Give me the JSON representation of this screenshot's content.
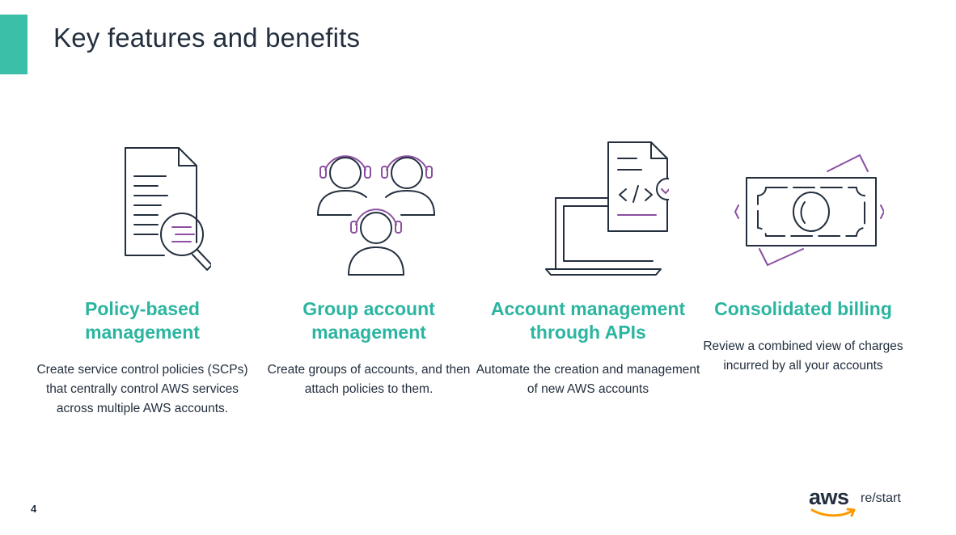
{
  "slide": {
    "title": "Key features and benefits",
    "page_number": "4"
  },
  "features": [
    {
      "heading": "Policy-based management",
      "description": "Create service control policies (SCPs) that centrally control AWS services across multiple AWS accounts.",
      "icon": "document-magnifier-icon"
    },
    {
      "heading": "Group account management",
      "description": "Create groups of accounts, and then attach policies to them.",
      "icon": "user-group-headset-icon"
    },
    {
      "heading": "Account management through APIs",
      "description": "Automate the creation and management of new AWS accounts",
      "icon": "laptop-code-document-icon"
    },
    {
      "heading": "Consolidated billing",
      "description": "Review a combined view of charges incurred by all your accounts",
      "icon": "banknote-icon"
    }
  ],
  "logo": {
    "word": "aws",
    "tagline": "re/start"
  },
  "colors": {
    "accent": "#3bbfa9",
    "heading": "#2bb5a0",
    "icon_highlight": "#8c4fa1",
    "text": "#232f3e",
    "logo_smile": "#ff9900"
  }
}
